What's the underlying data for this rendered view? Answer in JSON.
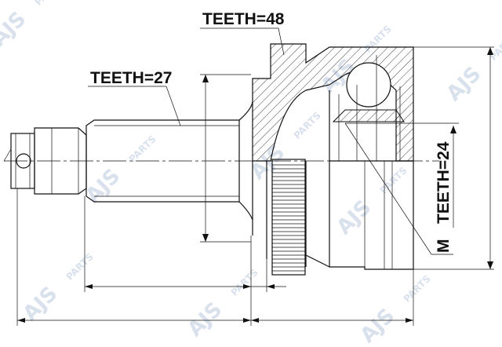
{
  "labels": {
    "teeth_outer": "TEETH=48",
    "teeth_shaft": "TEETH=27",
    "teeth_inner": "TEETH=24",
    "thread": "M"
  },
  "watermark": {
    "brand": "AJS",
    "suffix": "PARTS",
    "color": "#c9d5e6"
  }
}
